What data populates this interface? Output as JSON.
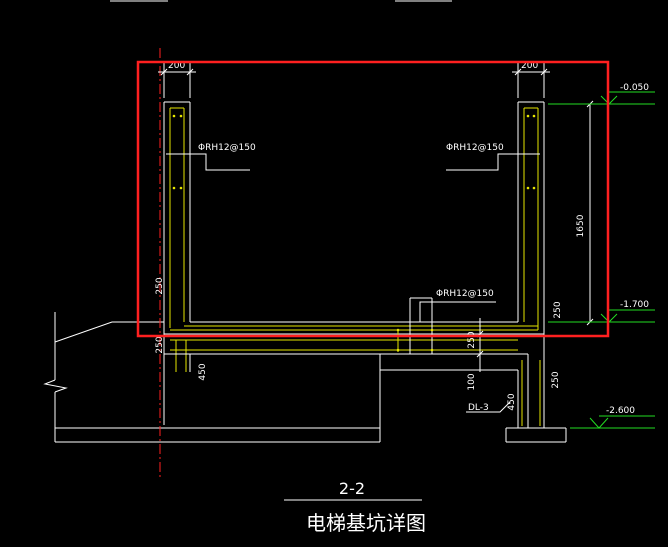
{
  "drawing": {
    "section_label": "2-2",
    "title": "电梯基坑详图",
    "dims": {
      "wall_left_top": "200",
      "wall_right_top": "200",
      "pit_height": "1650",
      "slab_left": "250",
      "slab_left_lower": "250",
      "beam_left": "450",
      "slab_right": "250",
      "slab_center": "250",
      "center_100": "100",
      "beam_right": "450",
      "beam_right_side": "250"
    },
    "rebar": {
      "left": "ΦRH12@150",
      "right": "ΦRH12@150",
      "bottom": "ΦRH12@150"
    },
    "beam_label": "DL-3",
    "elevations": {
      "top": "-0.050",
      "pit_floor": "-1.700",
      "bottom": "-2.600"
    },
    "colors": {
      "background": "#000000",
      "lines": "#ffffff",
      "rebar": "#e6e600",
      "elevation": "#22dd22",
      "highlight": "#ff2020",
      "axis": "#ff2020"
    }
  }
}
